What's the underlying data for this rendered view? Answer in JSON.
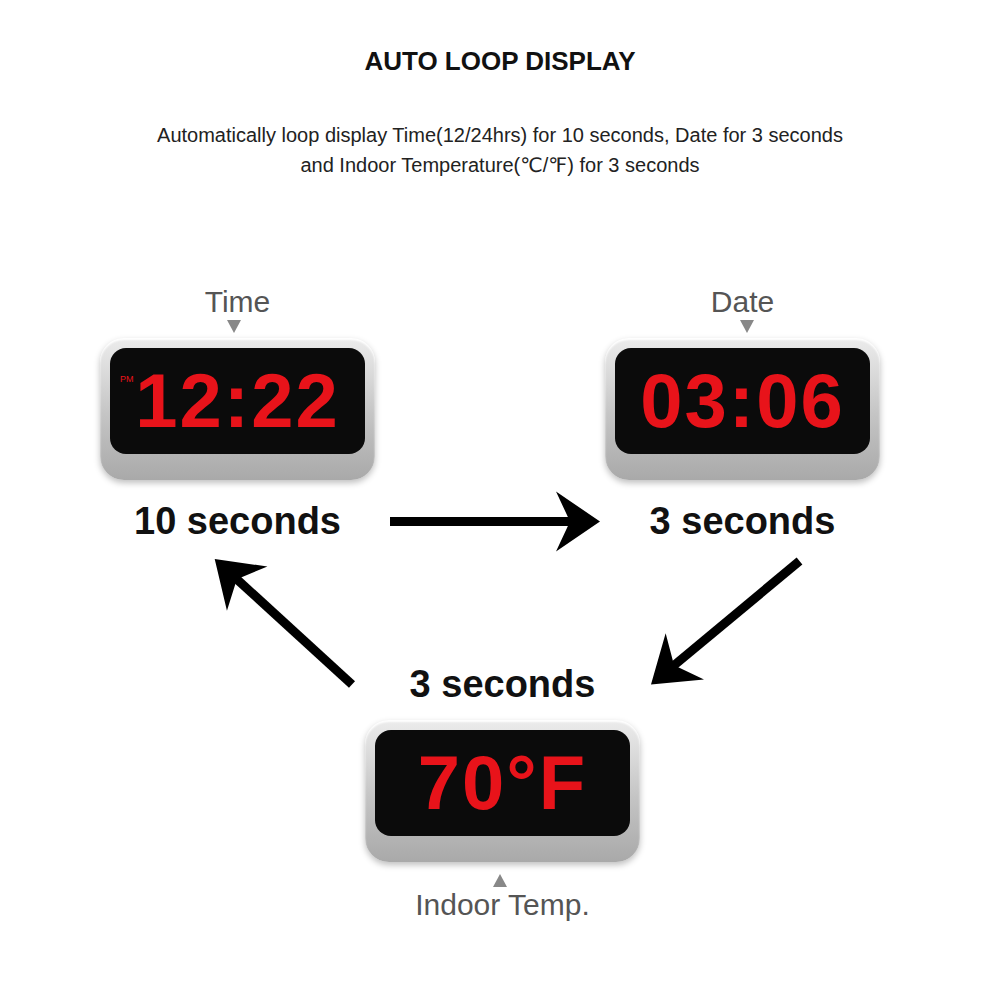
{
  "diagram": {
    "title": "AUTO LOOP DISPLAY",
    "nodes": [
      {
        "text": [
          "Time",
          "PM",
          "12:22",
          "10 seconds"
        ]
      },
      {
        "text": [
          "Date",
          "03:06",
          "3 seconds"
        ]
      },
      {
        "text": [
          "3 seconds",
          "70°F",
          "Indoor Temp."
        ]
      }
    ],
    "edges": [
      {
        "from": 0,
        "to": 1,
        "arrow": "to"
      },
      {
        "from": 1,
        "to": 2,
        "arrow": "to"
      },
      {
        "from": 2,
        "to": 0,
        "arrow": "to"
      }
    ],
    "labels": [
      "Automatically loop display Time(12/24hrs) for 10 seconds, Date for 3 seconds and Indoor Temperature(℃/℉) for 3 seconds"
    ]
  }
}
